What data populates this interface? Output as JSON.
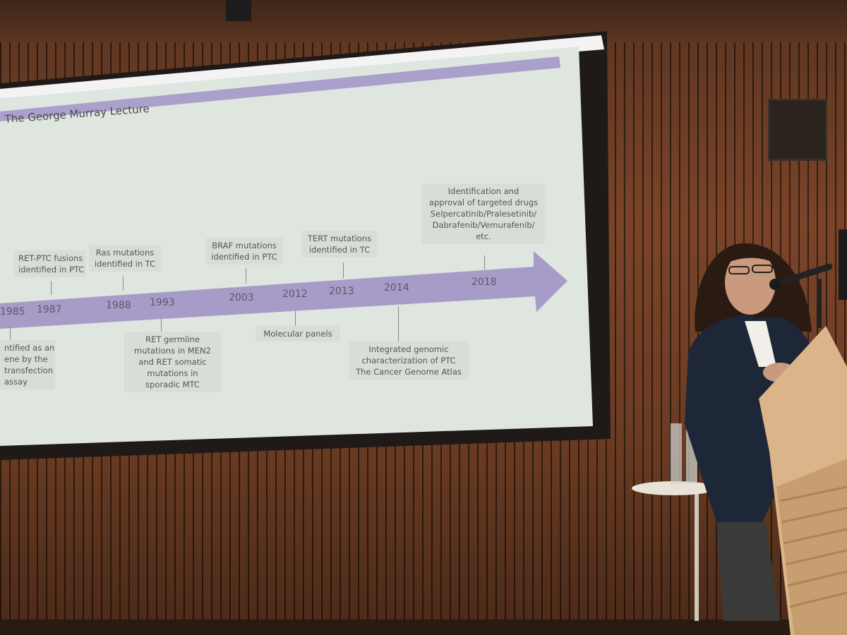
{
  "slide": {
    "title": "The George Murray Lecture",
    "events_above": [
      {
        "year": "1987",
        "lines": [
          "RET-PTC fusions",
          "identified in PTC"
        ]
      },
      {
        "year": "1988",
        "lines": [
          "Ras mutations",
          "identified in TC"
        ]
      },
      {
        "year": "2003",
        "lines": [
          "BRAF mutations",
          "identified in PTC"
        ]
      },
      {
        "year": "2013",
        "lines": [
          "TERT mutations",
          "identified in TC"
        ]
      },
      {
        "year": "2018",
        "lines": [
          "Identification and",
          "approval of targeted drugs",
          "Selpercatinib/Pralesetinib/",
          "Dabrafenib/Vemurafenib/",
          "etc."
        ]
      }
    ],
    "events_below": [
      {
        "year": "1985",
        "lines": [
          "ntified as an",
          "ene by the",
          "transfection",
          "assay"
        ]
      },
      {
        "year": "1993",
        "lines": [
          "RET germline",
          "mutations in MEN2",
          "and RET somatic",
          "mutations in",
          "sporadic MTC"
        ]
      },
      {
        "year": "2012",
        "lines": [
          "Molecular panels"
        ]
      },
      {
        "year": "2014",
        "lines": [
          "Integrated genomic",
          "characterization of PTC",
          "The Cancer Genome Atlas"
        ]
      }
    ],
    "years": [
      "1985",
      "1987",
      "1988",
      "1993",
      "2003",
      "2012",
      "2013",
      "2014",
      "2018"
    ]
  },
  "colors": {
    "arrow": "#a79bc8",
    "header_bar": "#a9a0cc",
    "slide_bg": "#e8ece6",
    "wood": "#6b3a22"
  }
}
